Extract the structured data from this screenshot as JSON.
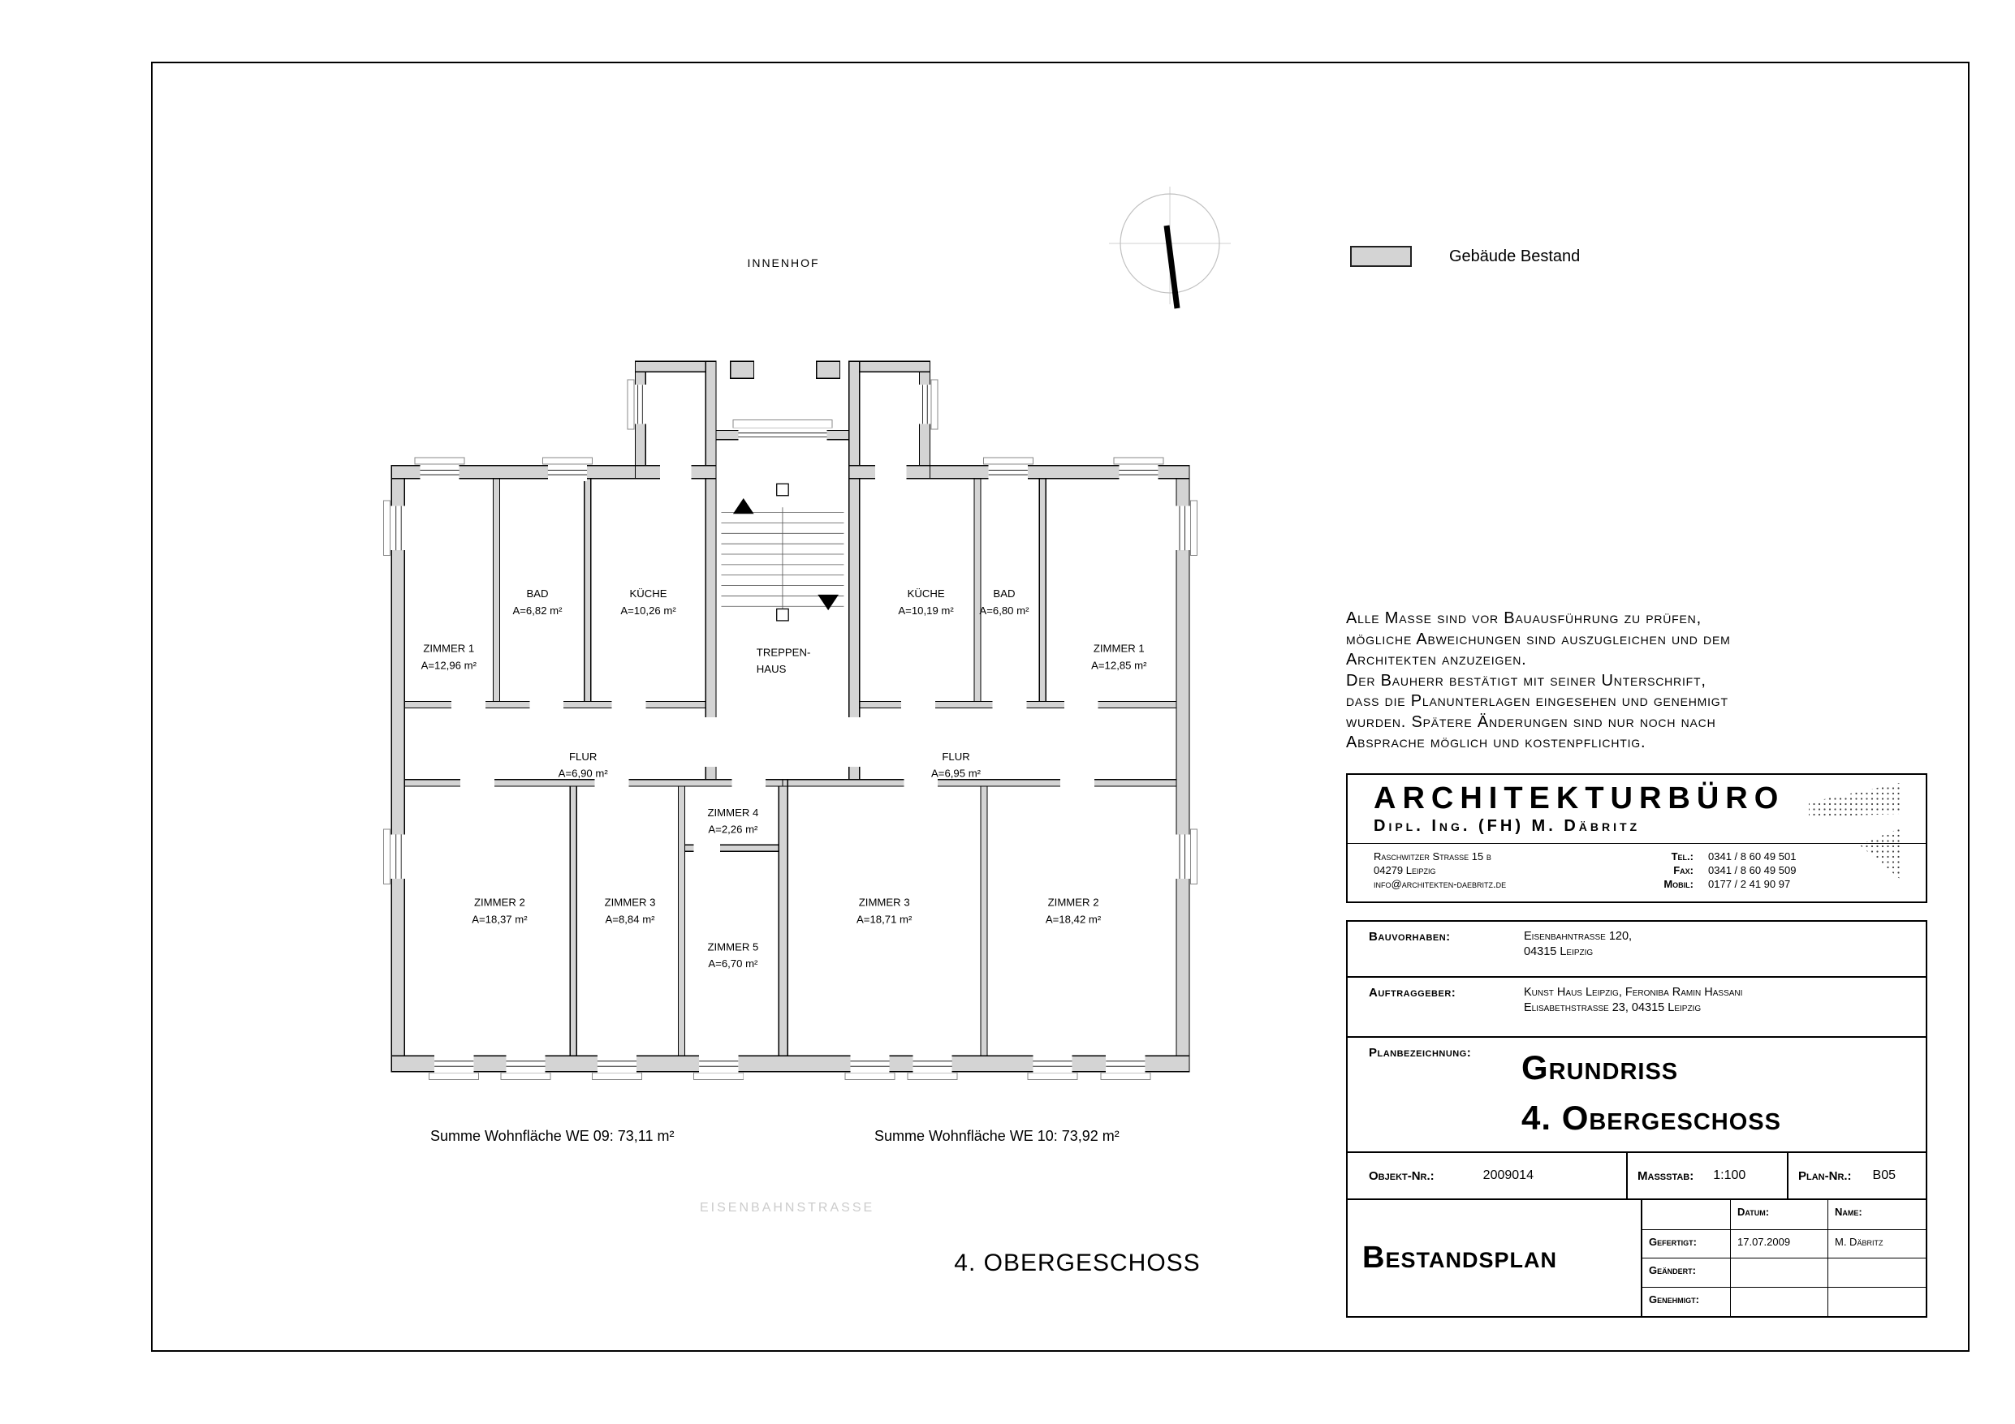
{
  "plan": {
    "innenhof": "INNENHOF",
    "title": "4. OBERGESCHOSS",
    "sum_we09": "Summe Wohnfläche WE 09: 73,11 m²",
    "sum_we10": "Summe Wohnfläche WE 10: 73,92 m²",
    "street_watermark": "EISENBAHNSTRASSE",
    "stairwell_line1": "TREPPEN-",
    "stairwell_line2": "HAUS",
    "rooms": [
      {
        "name": "ZIMMER 1",
        "area": "A=12,96 m²"
      },
      {
        "name": "BAD",
        "area": "A=6,82 m²"
      },
      {
        "name": "KÜCHE",
        "area": "A=10,26 m²"
      },
      {
        "name": "FLUR",
        "area": "A=6,90 m²"
      },
      {
        "name": "ZIMMER 2",
        "area": "A=18,37 m²"
      },
      {
        "name": "ZIMMER 3",
        "area": "A=8,84 m²"
      },
      {
        "name": "ZIMMER 4",
        "area": "A=2,26 m²"
      },
      {
        "name": "ZIMMER 5",
        "area": "A=6,70 m²"
      },
      {
        "name": "KÜCHE",
        "area": "A=10,19 m²"
      },
      {
        "name": "BAD",
        "area": "A=6,80 m²"
      },
      {
        "name": "ZIMMER 1",
        "area": "A=12,85 m²"
      },
      {
        "name": "FLUR",
        "area": "A=6,95 m²"
      },
      {
        "name": "ZIMMER 3",
        "area": "A=18,71 m²"
      },
      {
        "name": "ZIMMER 2",
        "area": "A=18,42 m²"
      }
    ]
  },
  "legend": {
    "label": "Gebäude Bestand"
  },
  "notes": {
    "lines": [
      "Alle Masse sind vor Bauausführung zu prüfen,",
      "mögliche Abweichungen sind auszugleichen und dem",
      "Architekten anzuzeigen.",
      "Der Bauherr bestätigt mit seiner Unterschrift,",
      "dass die Planunterlagen eingesehen und genehmigt",
      "wurden. Spätere Änderungen sind nur noch nach",
      "Absprache möglich und kostenpflichtig."
    ]
  },
  "firm": {
    "name": "ARCHITEKTURBÜRO",
    "subtitle": "Dipl. Ing. (FH) M. Däbritz",
    "address": [
      "Raschwitzer Strasse 15 b",
      "04279 Leipzig",
      "info@architekten-daebritz.de"
    ],
    "contacts": [
      {
        "label": "Tel.:",
        "value": "0341 / 8 60 49 501"
      },
      {
        "label": "Fax:",
        "value": "0341 / 8 60 49 509"
      },
      {
        "label": "Mobil:",
        "value": "0177 / 2 41 90 97"
      }
    ]
  },
  "titleblock": {
    "bauvorhaben": {
      "label": "Bauvorhaben:",
      "line1": "Eisenbahntrasse 120,",
      "line2": "04315 Leipzig"
    },
    "auftraggeber": {
      "label": "Auftraggeber:",
      "line1": "Kunst Haus Leipzig, Feroniba Ramin Hassani",
      "line2": "Elisabethstrasse 23, 04315 Leipzig"
    },
    "planbezeichnung": {
      "label": "Planbezeichnung:",
      "line1": "Grundriss",
      "line2": "4. Obergeschoss"
    },
    "objekt": {
      "label": "Objekt-Nr.:",
      "value": "2009014"
    },
    "massstab": {
      "label": "Massstab:",
      "value": "1:100"
    },
    "plannr": {
      "label": "Plan-Nr.:",
      "value": "B05"
    },
    "bestandsplan_label": "Bestandsplan",
    "schedule": {
      "datum_header": "Datum:",
      "name_header": "Name:",
      "rows": [
        {
          "label": "Gefertigt:",
          "datum": "17.07.2009",
          "name": "M. Däbritz"
        },
        {
          "label": "Geändert:",
          "datum": "",
          "name": ""
        },
        {
          "label": "Genehmigt:",
          "datum": "",
          "name": ""
        }
      ]
    }
  }
}
